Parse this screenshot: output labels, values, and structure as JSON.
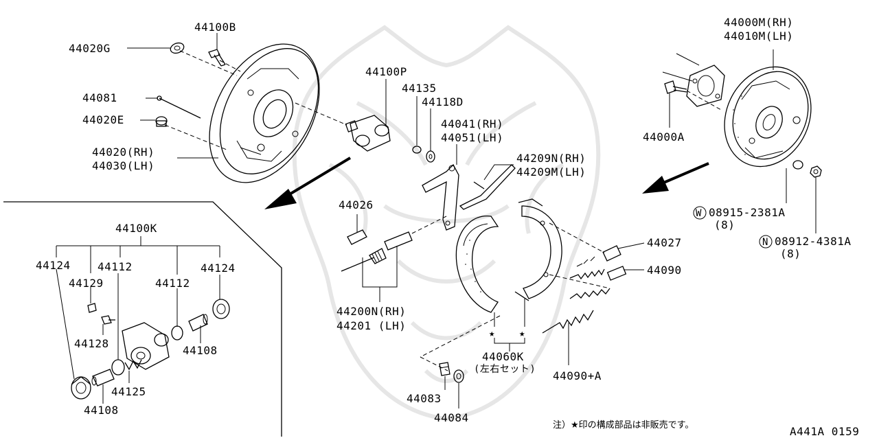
{
  "colors": {
    "line": "#000000",
    "watermark": "#e6e6e6",
    "background": "#ffffff"
  },
  "labels": {
    "p44100B": "44100B",
    "p44020G": "44020G",
    "p44081": "44081",
    "p44020E": "44020E",
    "p44020RH": "44020(RH)",
    "p44030LH": "44030(LH)",
    "p44100P": "44100P",
    "p44135": "44135",
    "p44118D": "44118D",
    "p44041RH": "44041(RH)",
    "p44051LH": "44051(LH)",
    "p44209N": "44209N(RH)",
    "p44209M": "44209M(LH)",
    "p44026": "44026",
    "p44200N": "44200N(RH)",
    "p44201": "44201 (LH)",
    "p44000M": "44000M(RH)",
    "p44010M": "44010M(LH)",
    "p44000A": "44000A",
    "p08915": "08915-2381A",
    "p08915qty": "(8)",
    "p08912": "08912-4381A",
    "p08912qty": "(8)",
    "p44027": "44027",
    "p44090": "44090",
    "p44090A": "44090+A",
    "p44060K": "44060K",
    "p44060Ksub": "(左右セット)",
    "p44083": "44083",
    "p44084": "44084",
    "p44100K": "44100K",
    "p44124a": "44124",
    "p44124b": "44124",
    "p44129": "44129",
    "p44112a": "44112",
    "p44112b": "44112",
    "p44128": "44128",
    "p44125": "44125",
    "p44108a": "44108",
    "p44108b": "44108",
    "circleW": "W",
    "circleN": "N",
    "star1": "★",
    "star2": "★",
    "note": "注）★印の構成部品は非販売です。",
    "diagramCode": "A441A 0159"
  }
}
